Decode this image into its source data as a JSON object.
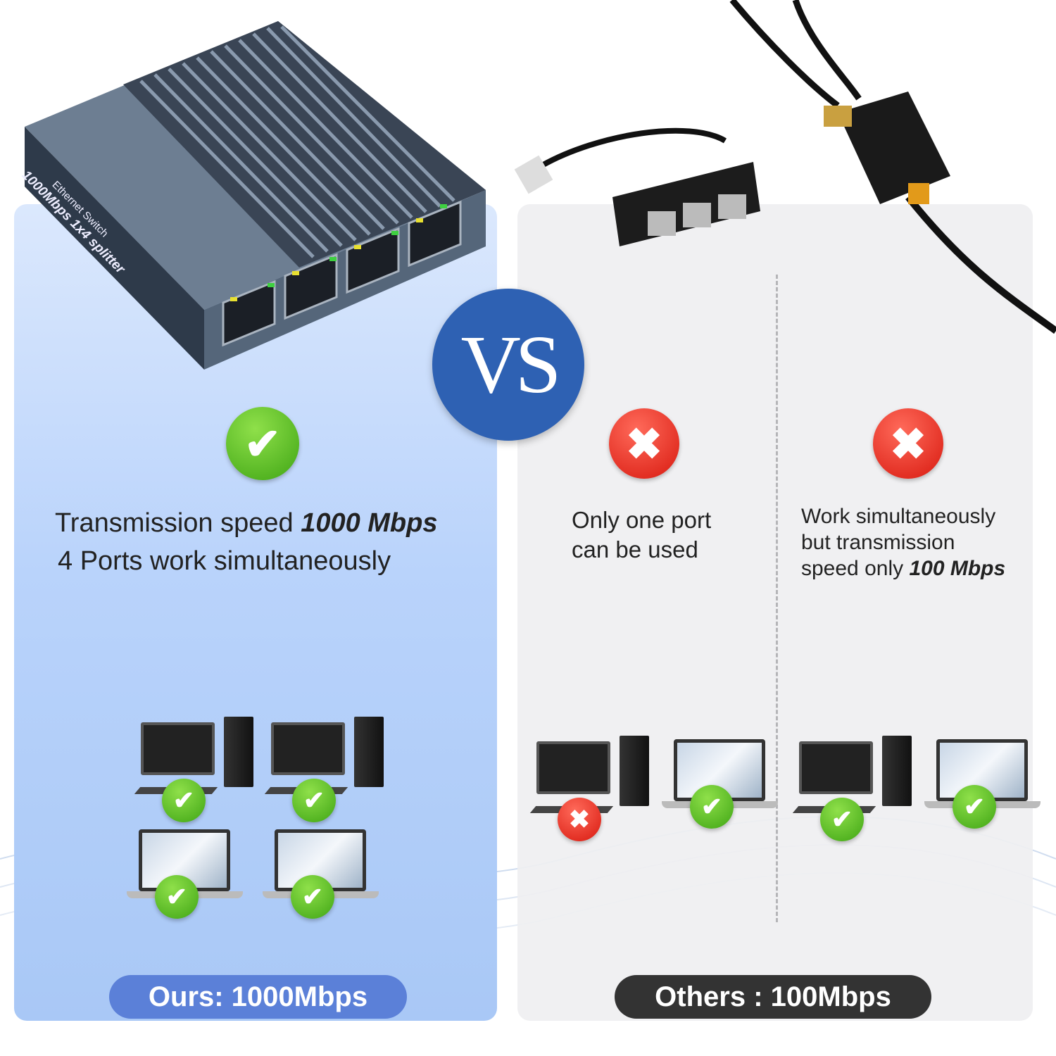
{
  "product": {
    "label_line1": "Ethernet Switch",
    "label_line2": "1000Mbps 1x4 splitter"
  },
  "vs_label": "VS",
  "ours": {
    "line1_prefix": "Transmission speed ",
    "line1_bold": "1000 Mbps",
    "line2": "4 Ports work simultaneously",
    "badge": "Ours: 1000Mbps",
    "devices": [
      {
        "type": "desktop",
        "status": "ok"
      },
      {
        "type": "desktop",
        "status": "ok"
      },
      {
        "type": "laptop",
        "status": "ok"
      },
      {
        "type": "laptop",
        "status": "ok"
      }
    ]
  },
  "other1": {
    "line1": "Only one port",
    "line2": "can be used",
    "devices": [
      {
        "type": "desktop",
        "status": "fail"
      },
      {
        "type": "laptop",
        "status": "ok"
      }
    ]
  },
  "other2": {
    "line1": "Work simultaneously",
    "line2": "but transmission",
    "line3_prefix": "speed only ",
    "line3_bold": "100 Mbps",
    "devices": [
      {
        "type": "desktop",
        "status": "ok"
      },
      {
        "type": "laptop",
        "status": "ok"
      }
    ]
  },
  "others_badge": "Others : 100Mbps",
  "colors": {
    "ok": "#4caf1e",
    "fail": "#e0261a",
    "vs": "#2e61b3",
    "ours_badge": "#5b80d8",
    "others_badge": "#333333"
  }
}
